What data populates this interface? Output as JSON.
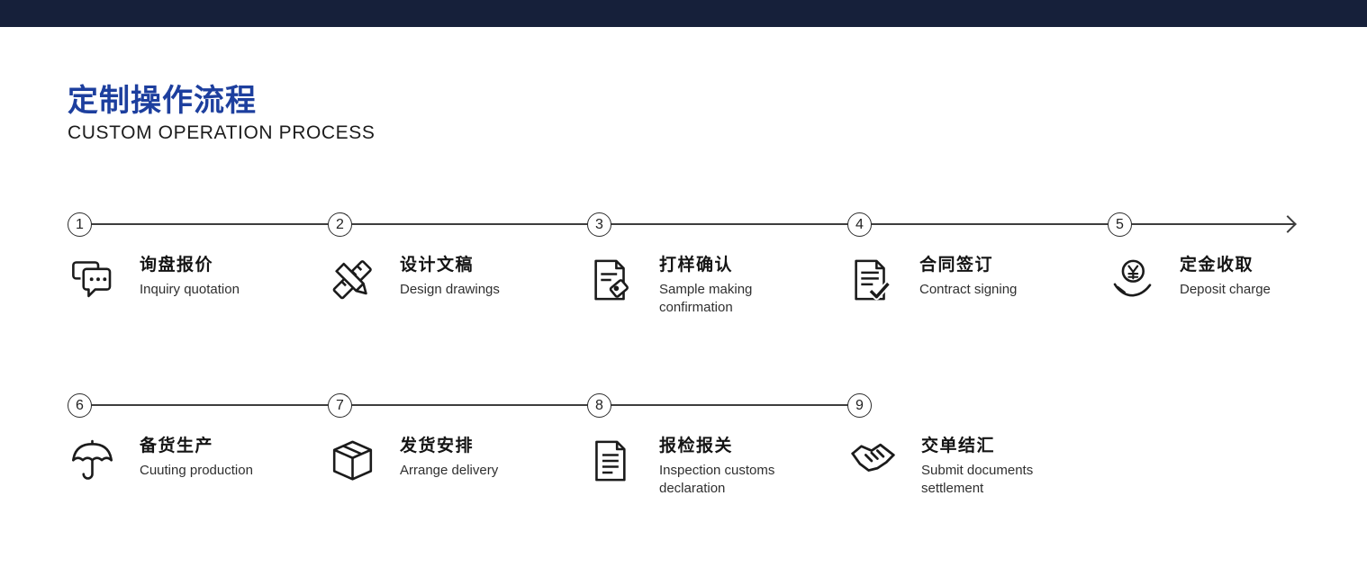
{
  "page": {
    "title_zh": "定制操作流程",
    "title_en": "CUSTOM OPERATION PROCESS"
  },
  "colors": {
    "top_bar": "#16203a",
    "accent_blue": "#1d3f9e",
    "line": "#3d3d3d",
    "text_dark": "#141414"
  },
  "steps": [
    {
      "number": "1",
      "title_zh": "询盘报价",
      "title_en": "Inquiry quotation",
      "icon": "chat-bubbles-icon"
    },
    {
      "number": "2",
      "title_zh": "设计文稿",
      "title_en": "Design drawings",
      "icon": "ruler-pencil-icon"
    },
    {
      "number": "3",
      "title_zh": "打样确认",
      "title_en": "Sample making confirmation",
      "icon": "document-tag-icon"
    },
    {
      "number": "4",
      "title_zh": "合同签订",
      "title_en": "Contract signing",
      "icon": "document-check-icon"
    },
    {
      "number": "5",
      "title_zh": "定金收取",
      "title_en": "Deposit charge",
      "icon": "coin-hand-icon"
    },
    {
      "number": "6",
      "title_zh": "备货生产",
      "title_en": "Cuuting production",
      "icon": "umbrella-icon"
    },
    {
      "number": "7",
      "title_zh": "发货安排",
      "title_en": "Arrange delivery",
      "icon": "package-box-icon"
    },
    {
      "number": "8",
      "title_zh": "报检报关",
      "title_en": "Inspection customs declaration",
      "icon": "document-lines-icon"
    },
    {
      "number": "9",
      "title_zh": "交单结汇",
      "title_en": "Submit documents settlement",
      "icon": "handshake-icon"
    }
  ]
}
